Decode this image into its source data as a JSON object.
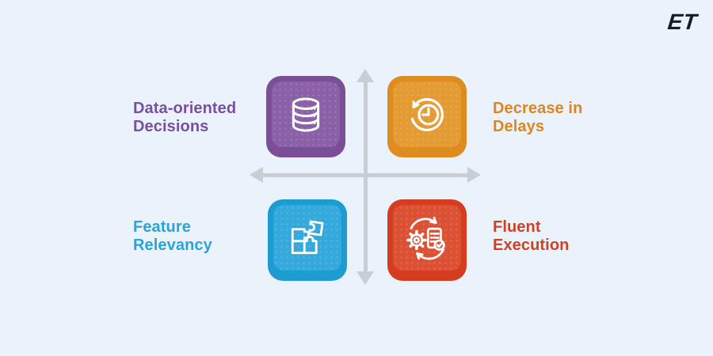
{
  "meta": {
    "background_color": "#eaf2fb"
  },
  "logo": {
    "text": "ET",
    "color": "#161b24"
  },
  "axes": {
    "color": "#c9ced4"
  },
  "quadrants": {
    "top_left": {
      "label": "Data-oriented\nDecisions",
      "icon": "database-icon",
      "text_color": "#7a4fa0",
      "box_outer_color": "#7b4f98",
      "box_inner_color": "#8a61a7"
    },
    "top_right": {
      "label": "Decrease in\nDelays",
      "icon": "clock-history-icon",
      "text_color": "#dd861f",
      "box_outer_color": "#de8c20",
      "box_inner_color": "#e49b33"
    },
    "bottom_left": {
      "label": "Feature\nRelevancy",
      "icon": "puzzle-icon",
      "text_color": "#2ba4d9",
      "box_outer_color": "#1e9cd2",
      "box_inner_color": "#36a9dc"
    },
    "bottom_right": {
      "label": "Fluent\nExecution",
      "icon": "process-check-icon",
      "text_color": "#d04023",
      "box_outer_color": "#d53d20",
      "box_inner_color": "#dc5133"
    }
  }
}
